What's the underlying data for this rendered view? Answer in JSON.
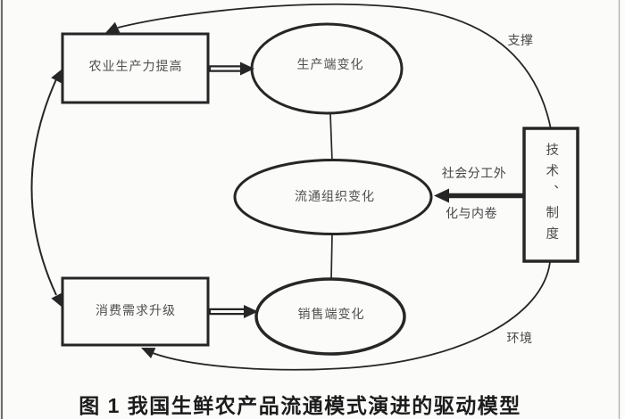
{
  "figure": {
    "caption": "图 1 我国生鲜农产品流通模式演进的驱动模型",
    "nodes": {
      "agricultural_productivity": "农业生产力提高",
      "production_side_change": "生产端变化",
      "circulation_organization_change": "流通组织变化",
      "consumption_demand_upgrade": "消费需求升级",
      "sales_side_change": "销售端变化",
      "technology_institution": "技术、制度"
    },
    "edge_labels": {
      "support": "支撑",
      "social_division_line1": "社会分工外",
      "social_division_line2": "化与内卷",
      "environment": "环境"
    },
    "colors": {
      "stroke": "#262626",
      "node_text": "#4f4f4f",
      "caption_text": "#1c1c1c",
      "background": "#fbfbfa"
    }
  }
}
